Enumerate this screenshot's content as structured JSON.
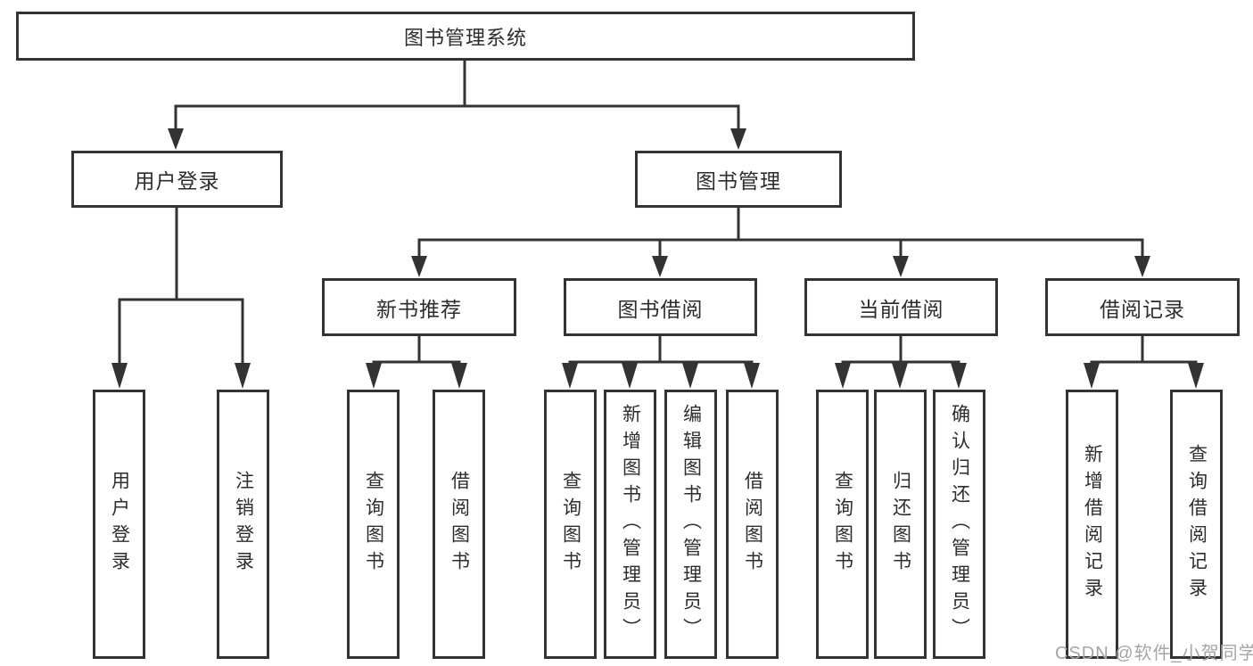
{
  "diagram_title": "图书管理系统",
  "tree": {
    "root": {
      "label": "图书管理系统"
    },
    "level2": [
      {
        "label": "用户登录",
        "children": [
          "用户登录",
          "注销登录"
        ]
      },
      {
        "label": "图书管理",
        "children": [
          {
            "label": "新书推荐",
            "children": [
              "查询图书",
              "借阅图书"
            ]
          },
          {
            "label": "图书借阅",
            "children": [
              "查询图书",
              "新增图书（管理员）",
              "编辑图书（管理员）",
              "借阅图书"
            ]
          },
          {
            "label": "当前借阅",
            "children": [
              "查询图书",
              "归还图书",
              "确认归还（管理员）"
            ]
          },
          {
            "label": "借阅记录",
            "children": [
              "新增借阅记录",
              "查询借阅记录"
            ]
          }
        ]
      }
    ]
  },
  "watermark": "CSDN @软件_小贺同学",
  "colors": {
    "line": "#333333",
    "box_border": "#333333",
    "box_fill": "#ffffff",
    "text": "#2d2d2d",
    "watermark": "#a6a6a6",
    "background": "#ffffff"
  }
}
